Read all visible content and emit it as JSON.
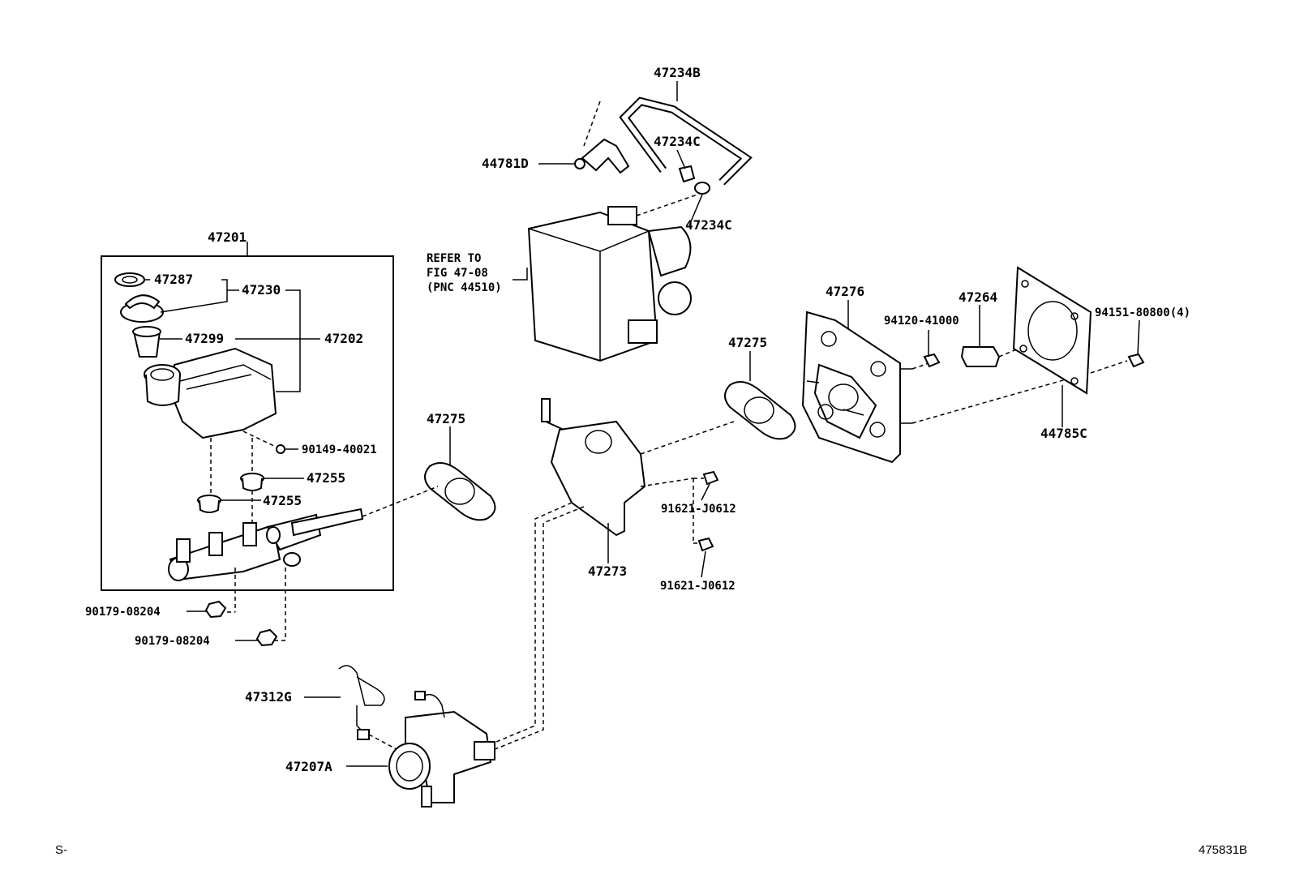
{
  "diagram": {
    "labels": {
      "p47234B": "47234B",
      "p47234C_a": "47234C",
      "p47234C_b": "47234C",
      "p44781D": "44781D",
      "p47201": "47201",
      "p47287": "47287",
      "p47230": "47230",
      "p47299": "47299",
      "p47202": "47202",
      "p90149": "90149-40021",
      "p47255_a": "47255",
      "p47255_b": "47255",
      "p90179_a": "90179-08204",
      "p90179_b": "90179-08204",
      "p47275_a": "47275",
      "p47275_b": "47275",
      "p47273": "47273",
      "p91621_a": "91621-J0612",
      "p91621_b": "91621-J0612",
      "p47276": "47276",
      "p94120": "94120-41000",
      "p47264": "47264",
      "p94151": "94151-80800(4)",
      "p44785C": "44785C",
      "p47312G": "47312G",
      "p47207A": "47207A"
    },
    "refer": {
      "line1": "REFER TO",
      "line2": "FIG 47-08",
      "line3": "(PNC 44510)"
    },
    "footer": {
      "left": "S-",
      "right": "475831B"
    }
  }
}
